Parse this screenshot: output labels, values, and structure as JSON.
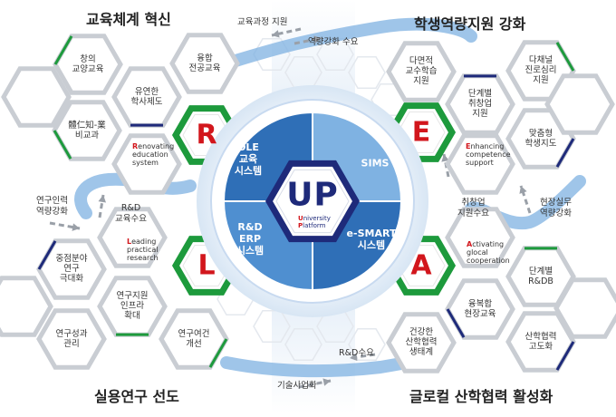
{
  "titles": {
    "r": "교육체계 혁신",
    "e": "학생역량지원 강화",
    "l": "실용연구 선도",
    "a": "글로컬 산학협력 활성화"
  },
  "letters": {
    "r": "R",
    "e": "E",
    "l": "L",
    "a": "A"
  },
  "subtitles": {
    "r": {
      "cap": "R",
      "rest": "enovating\neducation\nsystem"
    },
    "e": {
      "cap": "E",
      "rest": "nhancing\ncompetence\nsupport"
    },
    "l": {
      "cap": "L",
      "rest": "eading\npractical\nresearch"
    },
    "a": {
      "cap": "A",
      "rest": "ctivating\nglocal\ncooperation"
    }
  },
  "hex_labels": {
    "r": [
      "창의\n교양교육",
      "융합\n전공교육",
      "유연한\n학사제도",
      "體仁知-業\n비교과"
    ],
    "e": [
      "다면적\n교수학습\n지원",
      "다채널\n진로심리\n지원",
      "단계별\n취창업\n지원",
      "맞춤형\n학생지도"
    ],
    "l": [
      "중점분야\n연구\n극대화",
      "연구지원\n인프라\n확대",
      "연구성과\n관리",
      "연구여건\n개선"
    ],
    "a": [
      "단계별\nR&DB",
      "융복합\n현장교육",
      "건강한\n산학협력\n생태계",
      "산학협력\n고도화"
    ]
  },
  "flows": {
    "top_support": "교육과정 지원",
    "top_demand": "역량강화 수요",
    "left_outer": "연구인력\n역량강화",
    "left_inner": "R&D\n교육수요",
    "right_inner": "취창업\n지원수요",
    "right_outer": "현장실무\n역량강화",
    "bottom_inner": "R&D수요",
    "bottom_outer": "기술사업화"
  },
  "center": {
    "up": "UP",
    "up_sub": {
      "cap1": "U",
      "rest1": "niversity",
      "cap2": "P",
      "rest2": "latform"
    },
    "segments": {
      "ole": "OLE\n교육\n시스템",
      "sims": "SIMS",
      "erp": "R&D\nERP\n시스템",
      "esmart": "e-SMART\n시스템"
    }
  },
  "colors": {
    "green": "#1d9a3c",
    "navy": "#1e2a7a",
    "red": "#d2161c",
    "blue_light": "#7fb2e2",
    "blue_mid": "#4f8fd0",
    "blue_dark": "#2f6fb7"
  }
}
